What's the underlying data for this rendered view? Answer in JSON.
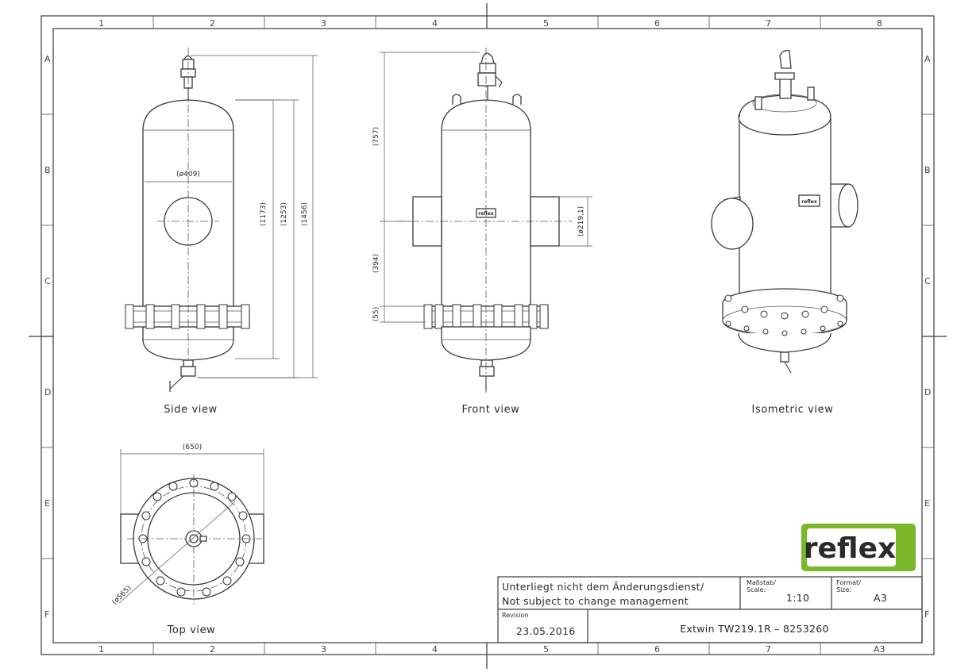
{
  "frame": {
    "columns": [
      "1",
      "2",
      "3",
      "4",
      "5",
      "6",
      "7",
      "8"
    ],
    "rows": [
      "A",
      "B",
      "C",
      "D",
      "E",
      "F"
    ]
  },
  "views": {
    "side": {
      "caption": "Side view",
      "dims": [
        "(ø409)",
        "(1173)",
        "(1253)",
        "(1456)"
      ]
    },
    "front": {
      "caption": "Front view",
      "dims": [
        "(757)",
        "(394)",
        "(55)",
        "(ø219,1)"
      ]
    },
    "isometric": {
      "caption": "Isometric view"
    },
    "top": {
      "caption": "Top view",
      "dims": [
        "(650)",
        "(ø565)"
      ]
    }
  },
  "nameplate_text": "reflex",
  "logo_text": "reflex",
  "title_block": {
    "note_de": "Unterliegt nicht dem Änderungsdienst/",
    "note_en": "Not subject to change management",
    "scale_label_de": "Maßstab/",
    "scale_label_en": "Scale:",
    "scale_value": "1:10",
    "format_label_de": "Format/",
    "format_label_en": "Size:",
    "format_value": "A3",
    "revision_label": "Revision",
    "revision_value": "23.05.2016",
    "drawing_title": "Extwin  TW219.1R  –  8253260"
  },
  "colors": {
    "logo_green": "#7ab829",
    "line": "#3a3a3a"
  }
}
